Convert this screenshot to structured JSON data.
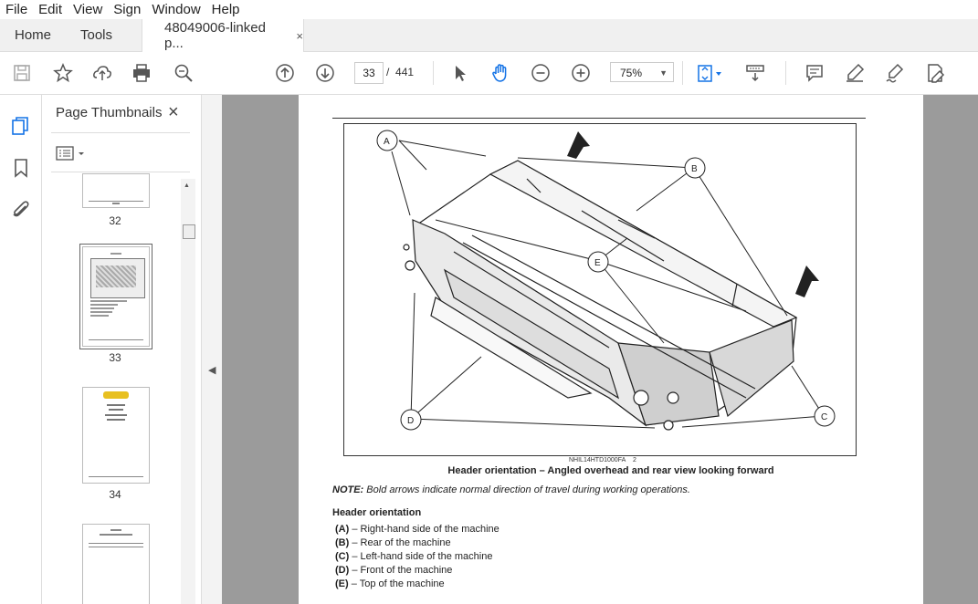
{
  "menu": [
    "File",
    "Edit",
    "View",
    "Sign",
    "Window",
    "Help"
  ],
  "tabs": {
    "home": "Home",
    "tools": "Tools",
    "doc": "48049006-linked p...",
    "close": "×"
  },
  "toolbar": {
    "page_current": "33",
    "page_sep": "/",
    "page_total": "441",
    "zoom": "75%"
  },
  "panel": {
    "title": "Page Thumbnails",
    "close": "×"
  },
  "thumbnails": [
    {
      "label": "32"
    },
    {
      "label": "33"
    },
    {
      "label": "34"
    }
  ],
  "document": {
    "figure_id": "NHIL14HTD1000FA",
    "figure_num": "2",
    "caption": "Header orientation – Angled overhead and rear view looking forward",
    "note_label": "NOTE:",
    "note_text": "Bold arrows indicate normal direction of travel during working operations.",
    "section_title": "Header orientation",
    "legend": [
      {
        "key": "(A)",
        "text": "– Right-hand side of the machine"
      },
      {
        "key": "(B)",
        "text": "– Rear of the machine"
      },
      {
        "key": "(C)",
        "text": "– Left-hand side of the machine"
      },
      {
        "key": "(D)",
        "text": "– Front of the machine"
      },
      {
        "key": "(E)",
        "text": "– Top of the machine"
      }
    ],
    "callouts": [
      "A",
      "B",
      "C",
      "D",
      "E"
    ]
  },
  "icons": {
    "accent": "#1473e6"
  }
}
